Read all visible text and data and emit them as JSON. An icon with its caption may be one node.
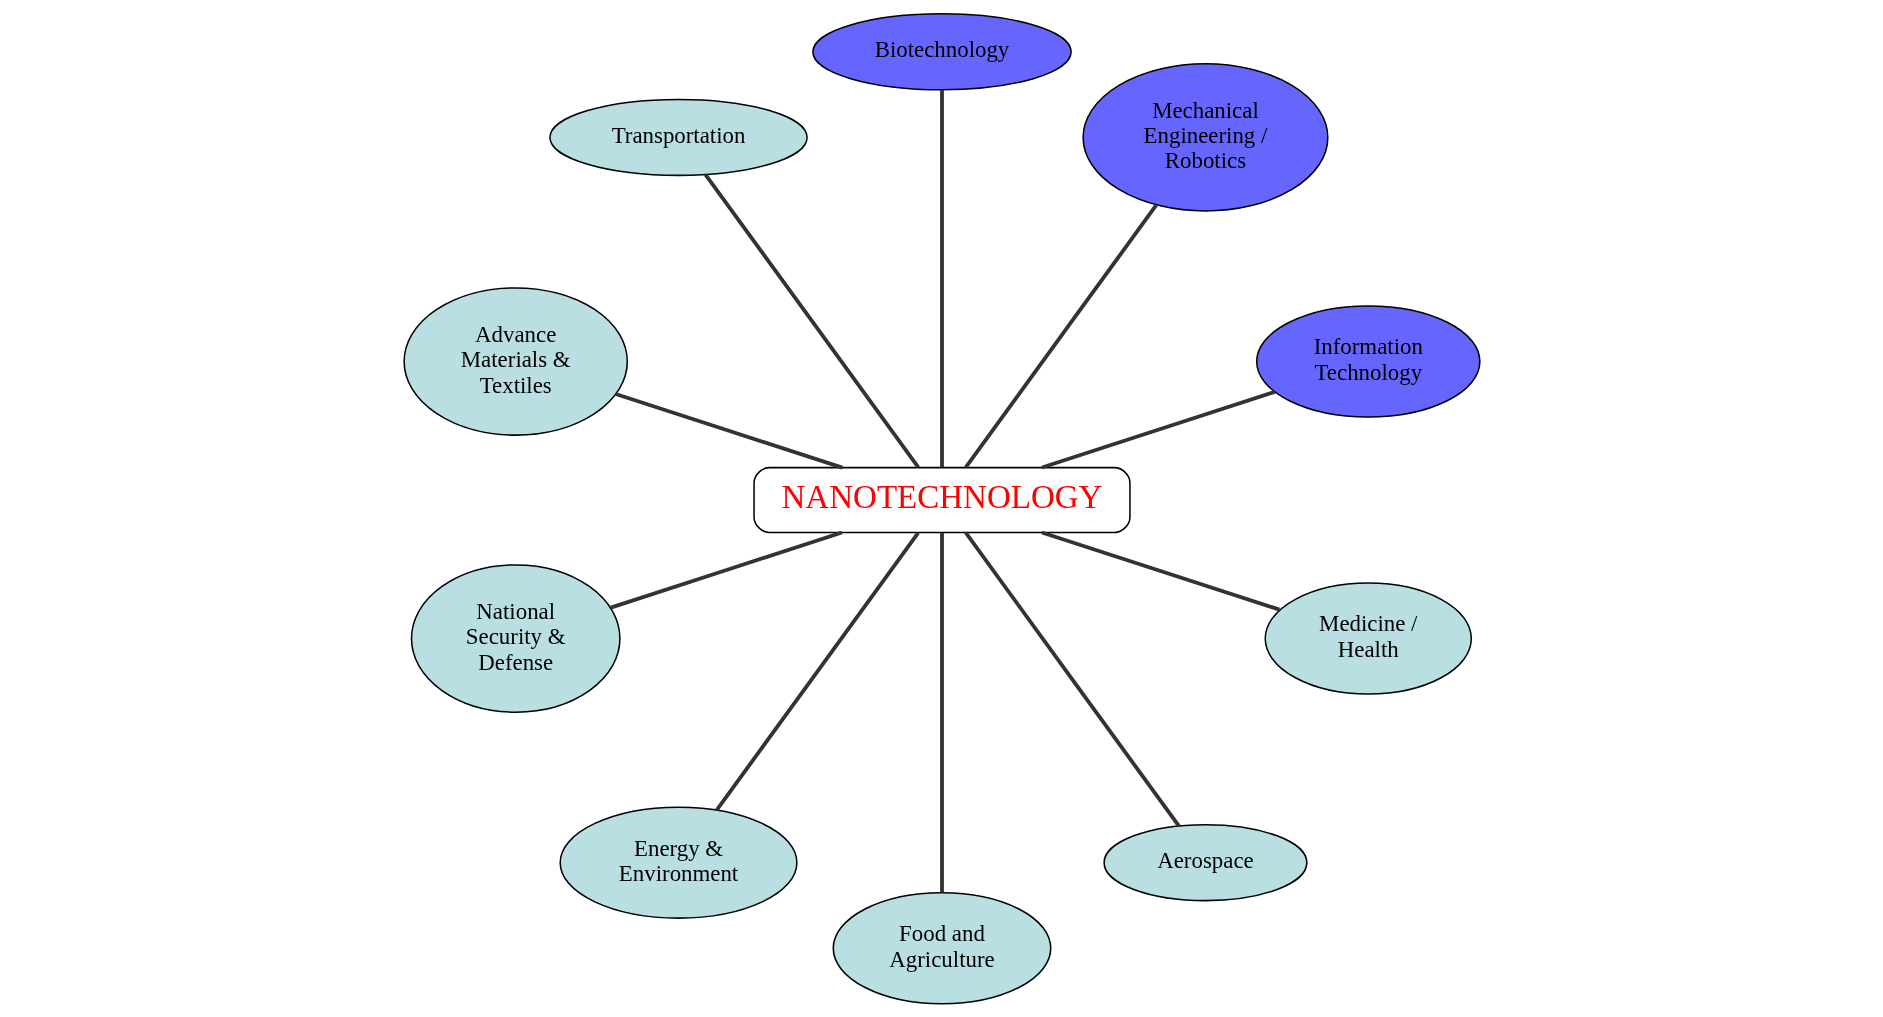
{
  "diagram": {
    "nodes": [
      {
        "text": [
          "NANOTECHNOLOGY"
        ]
      },
      {
        "text": [
          "Information Technology"
        ]
      },
      {
        "text": [
          "Mechanical Engineering / Robotics"
        ]
      },
      {
        "text": [
          "Biotechnology"
        ]
      },
      {
        "text": [
          "Transportation"
        ]
      },
      {
        "text": [
          "Advance Materials & Textiles"
        ]
      },
      {
        "text": [
          "National Security & Defense"
        ]
      },
      {
        "text": [
          "Energy & Environment"
        ]
      },
      {
        "text": [
          "Food and Agriculture"
        ]
      },
      {
        "text": [
          "Aerospace"
        ]
      },
      {
        "text": [
          "Medicine / Health"
        ]
      }
    ],
    "edges": [
      {
        "from": 1,
        "to": 0,
        "arrow": "none"
      },
      {
        "from": 2,
        "to": 0,
        "arrow": "none"
      },
      {
        "from": 3,
        "to": 0,
        "arrow": "none"
      },
      {
        "from": 4,
        "to": 0,
        "arrow": "none"
      },
      {
        "from": 5,
        "to": 0,
        "arrow": "none"
      },
      {
        "from": 6,
        "to": 0,
        "arrow": "none"
      },
      {
        "from": 7,
        "to": 0,
        "arrow": "none"
      },
      {
        "from": 8,
        "to": 0,
        "arrow": "none"
      },
      {
        "from": 9,
        "to": 0,
        "arrow": "none"
      },
      {
        "from": 10,
        "to": 0,
        "arrow": "none"
      }
    ]
  }
}
